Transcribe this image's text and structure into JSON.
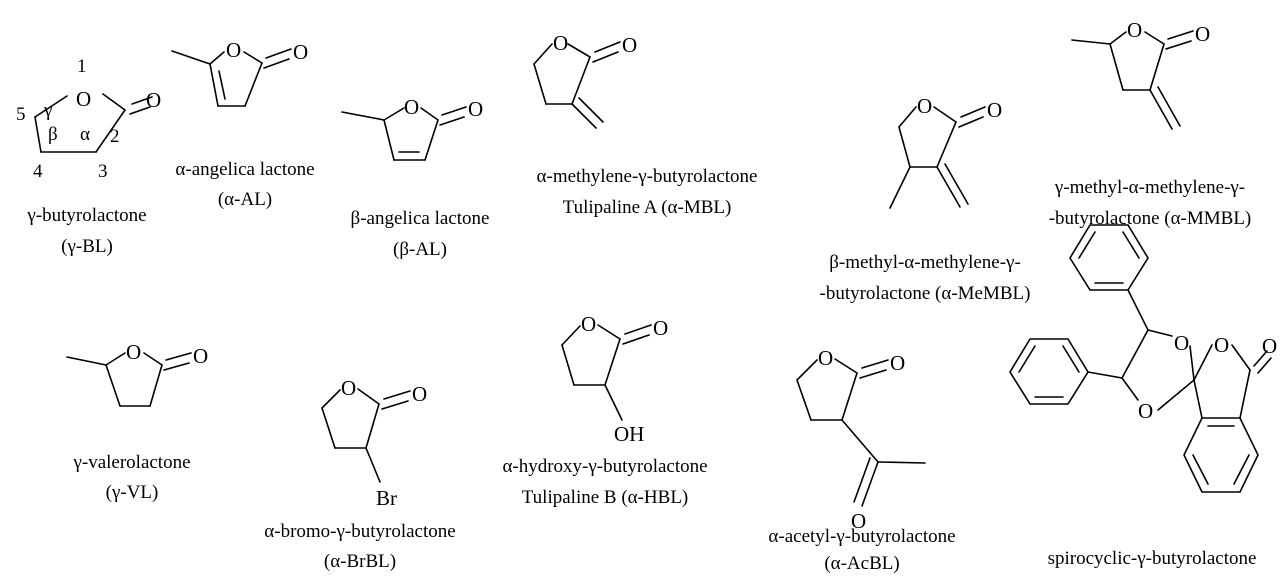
{
  "atom_labels": {
    "oxygen": "O",
    "bromine": "Br",
    "hydroxyl": "OH"
  },
  "ring_numbering": [
    "1",
    "2",
    "3",
    "4",
    "5"
  ],
  "ring_greek": [
    "α",
    "β",
    "γ"
  ],
  "compounds": [
    {
      "id": "gbl",
      "lines": [
        "γ-butyrolactone",
        "(γ-BL)"
      ]
    },
    {
      "id": "aal",
      "lines": [
        "α-angelica lactone",
        "(α-AL)"
      ]
    },
    {
      "id": "bal",
      "lines": [
        "β-angelica lactone",
        "(β-AL)"
      ]
    },
    {
      "id": "mbl",
      "lines": [
        "α-methylene-γ-butyrolactone",
        "Tulipaline A (α-MBL)"
      ]
    },
    {
      "id": "membl",
      "lines": [
        "β-methyl-α-methylene-γ-",
        "-butyrolactone (α-MeMBL)"
      ]
    },
    {
      "id": "mmbl",
      "lines": [
        "γ-methyl-α-methylene-γ-",
        "-butyrolactone (α-MMBL)"
      ]
    },
    {
      "id": "gvl",
      "lines": [
        "γ-valerolactone",
        "(γ-VL)"
      ]
    },
    {
      "id": "brbl",
      "lines": [
        "α-bromo-γ-butyrolactone",
        "(α-BrBL)"
      ]
    },
    {
      "id": "hbl",
      "lines": [
        "α-hydroxy-γ-butyrolactone",
        "Tulipaline B (α-HBL)"
      ]
    },
    {
      "id": "acbl",
      "lines": [
        "α-acetyl-γ-butyrolactone",
        "(α-AcBL)"
      ]
    },
    {
      "id": "spiro",
      "lines": [
        "spirocyclic-γ-butyrolactone"
      ]
    }
  ]
}
